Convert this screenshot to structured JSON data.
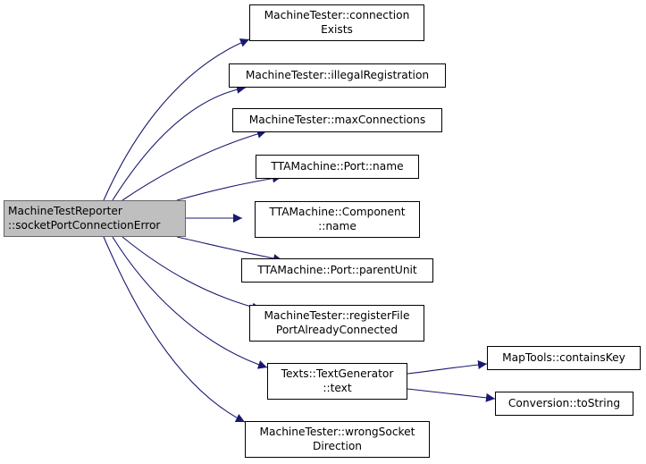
{
  "colors": {
    "edge": "#191970",
    "root_fill": "#bfbfbf",
    "node_border": "#000000"
  },
  "nodes": {
    "root": {
      "lines": [
        "MachineTestReporter",
        "::socketPortConnectionError"
      ]
    },
    "connection_exists": {
      "lines": [
        "MachineTester::connection",
        "Exists"
      ]
    },
    "illegal_registration": {
      "lines": [
        "MachineTester::illegalRegistration"
      ]
    },
    "max_connections": {
      "lines": [
        "MachineTester::maxConnections"
      ]
    },
    "port_name": {
      "lines": [
        "TTAMachine::Port::name"
      ]
    },
    "component_name": {
      "lines": [
        "TTAMachine::Component",
        "::name"
      ]
    },
    "port_parent_unit": {
      "lines": [
        "TTAMachine::Port::parentUnit"
      ]
    },
    "register_file": {
      "lines": [
        "MachineTester::registerFile",
        "PortAlreadyConnected"
      ]
    },
    "text_generator": {
      "lines": [
        "Texts::TextGenerator",
        "::text"
      ]
    },
    "wrong_socket": {
      "lines": [
        "MachineTester::wrongSocket",
        "Direction"
      ]
    },
    "contains_key": {
      "lines": [
        "MapTools::containsKey"
      ]
    },
    "to_string": {
      "lines": [
        "Conversion::toString"
      ]
    }
  },
  "edges": [
    [
      "root",
      "connection_exists"
    ],
    [
      "root",
      "illegal_registration"
    ],
    [
      "root",
      "max_connections"
    ],
    [
      "root",
      "port_name"
    ],
    [
      "root",
      "component_name"
    ],
    [
      "root",
      "port_parent_unit"
    ],
    [
      "root",
      "register_file"
    ],
    [
      "root",
      "text_generator"
    ],
    [
      "root",
      "wrong_socket"
    ],
    [
      "text_generator",
      "contains_key"
    ],
    [
      "text_generator",
      "to_string"
    ]
  ]
}
